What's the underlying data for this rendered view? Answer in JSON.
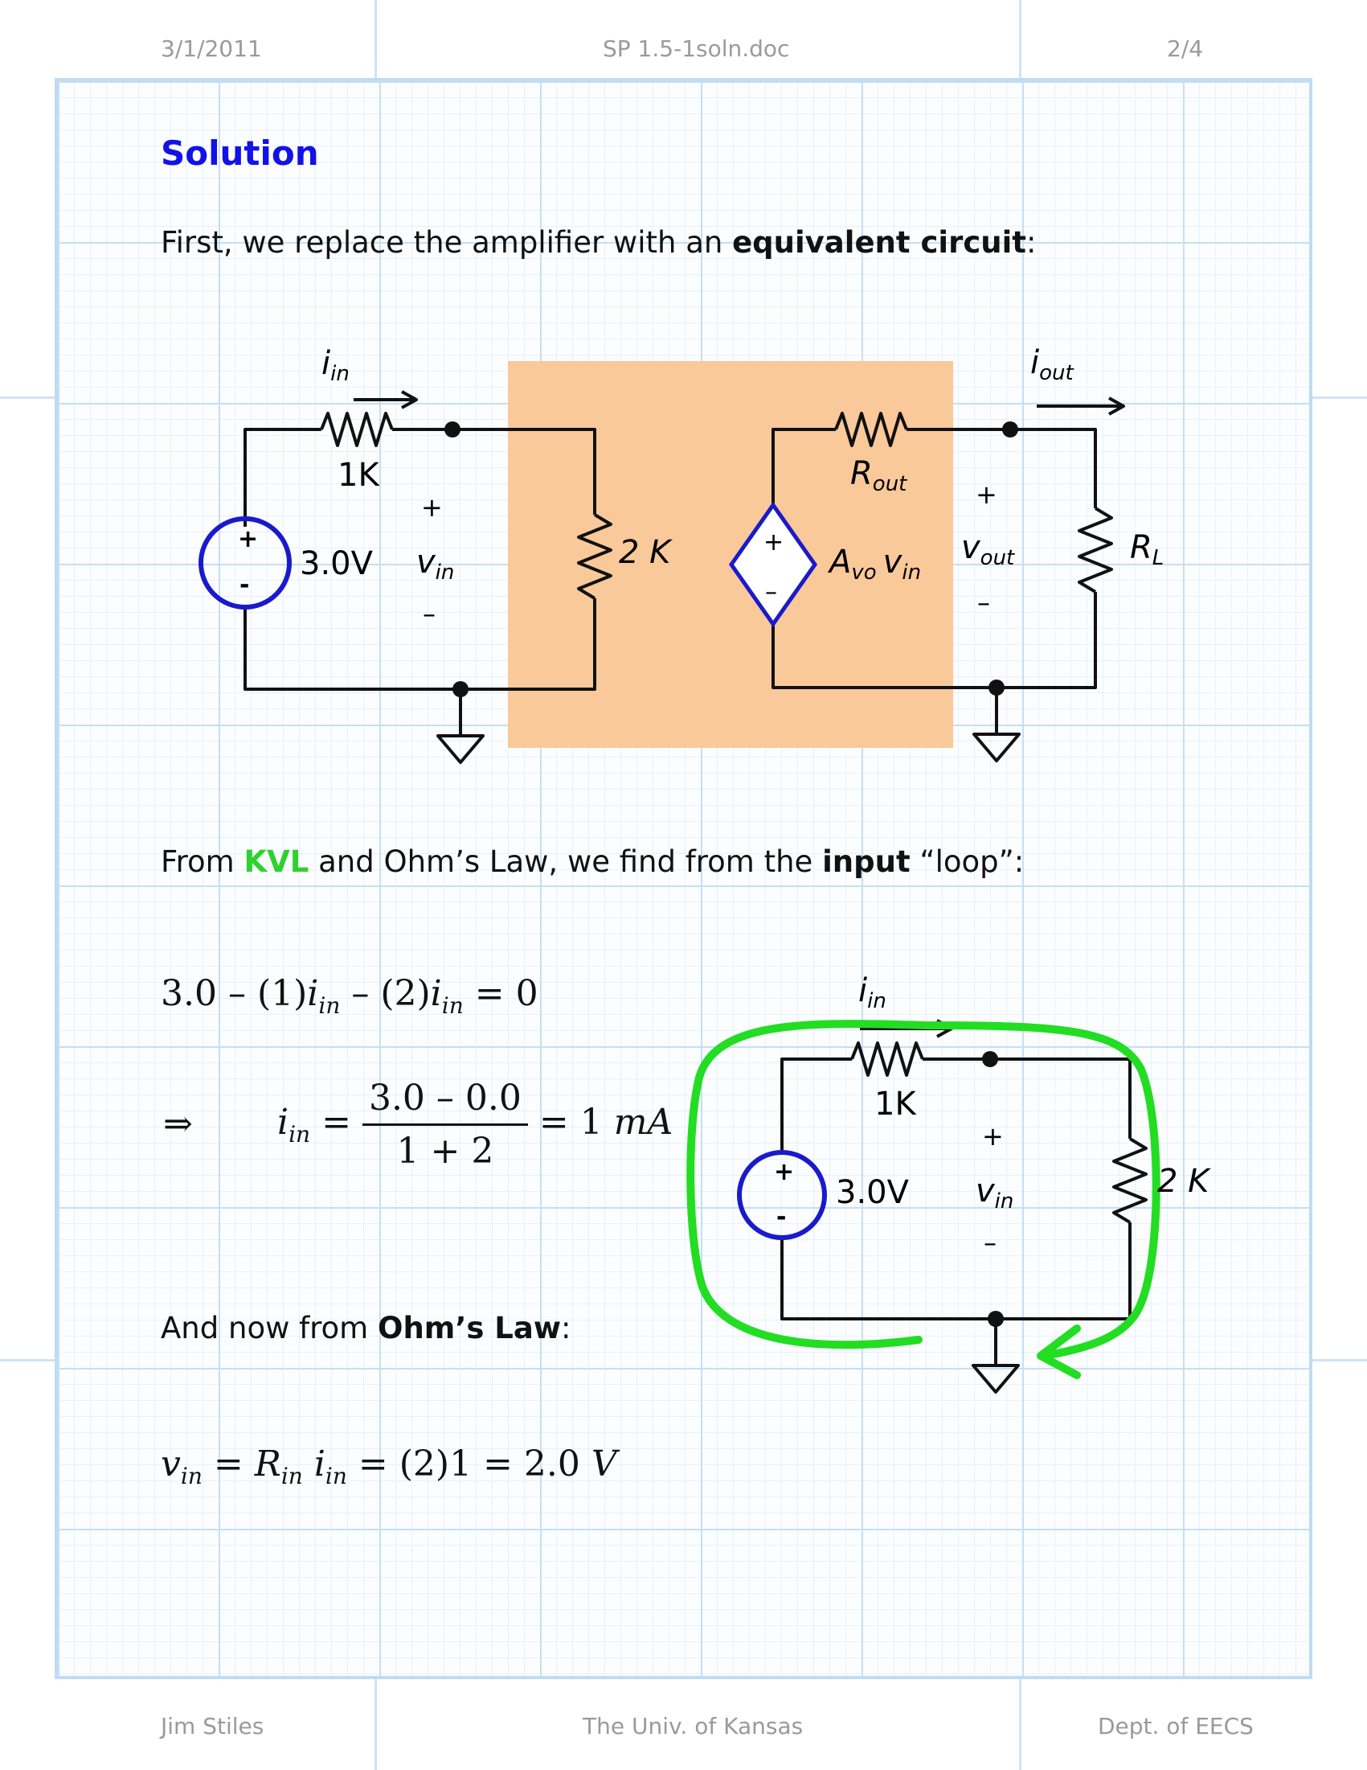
{
  "header": {
    "date": "3/1/2011",
    "filename": "SP 1.5-1soln.doc",
    "page": "2/4"
  },
  "footer": {
    "author": "Jim Stiles",
    "university": "The Univ. of Kansas",
    "department": "Dept. of EECS"
  },
  "title": "Solution",
  "intro": {
    "before": "First, we replace the amplifier with an ",
    "bold": "equivalent circuit",
    "after": ":"
  },
  "kvl_line": {
    "p1": "From ",
    "kvl": "KVL",
    "p2": " and Ohm’s Law, we find from the ",
    "bold": "input",
    "p3": " “loop”:"
  },
  "ohm_line": {
    "p1": "And now from ",
    "bold": "Ohm’s Law",
    "p2": ":"
  },
  "circuit1": {
    "i_in": "i",
    "i_in_sub": "in",
    "r_source": "1K",
    "source": "3.0V",
    "plus": "+",
    "minus": "-",
    "v_in": "v",
    "v_in_sub": "in",
    "v_plus": "+",
    "v_minus": "–",
    "r_in": "2 K",
    "r_out": "R",
    "r_out_sub": "out",
    "dep_plus": "+",
    "dep_minus": "–",
    "gain_a": "A",
    "gain_sub": "vo",
    "gain_v": "v",
    "gain_v_sub": "in",
    "v_out": "v",
    "v_out_sub": "out",
    "vo_plus": "+",
    "vo_minus": "–",
    "i_out": "i",
    "i_out_sub": "out",
    "r_load": "R",
    "r_load_sub": "L"
  },
  "circuit2": {
    "i_in": "i",
    "i_in_sub": "in",
    "r_source": "1K",
    "source": "3.0V",
    "plus": "+",
    "minus": "-",
    "v_in": "v",
    "v_in_sub": "in",
    "v_plus": "+",
    "v_minus": "–",
    "r_in": "2 K"
  },
  "eq1": {
    "a": "3.0 – (1)",
    "i": "i",
    "sub": "in",
    "b": " – (2)",
    "c": " = 0"
  },
  "eq2": {
    "implies": "⇒",
    "lhs": "i",
    "lhs_sub": "in",
    "equals": "=",
    "num": "3.0 – 0.0",
    "den": "1 + 2",
    "rhs": "= 1 ",
    "unit": "mA"
  },
  "eq3": {
    "v": "v",
    "v_sub": "in",
    "eq": " = ",
    "r": "R",
    "r_sub": "in",
    "i": "i",
    "i_sub": "in",
    "rest": " = (2)1 = 2.0 ",
    "unit": "V"
  },
  "colors": {
    "title": "#1212e6",
    "kvl": "#2fd12f",
    "source": "#1a1acc",
    "amp_box": "#f9c99a",
    "loop": "#22dd22"
  }
}
